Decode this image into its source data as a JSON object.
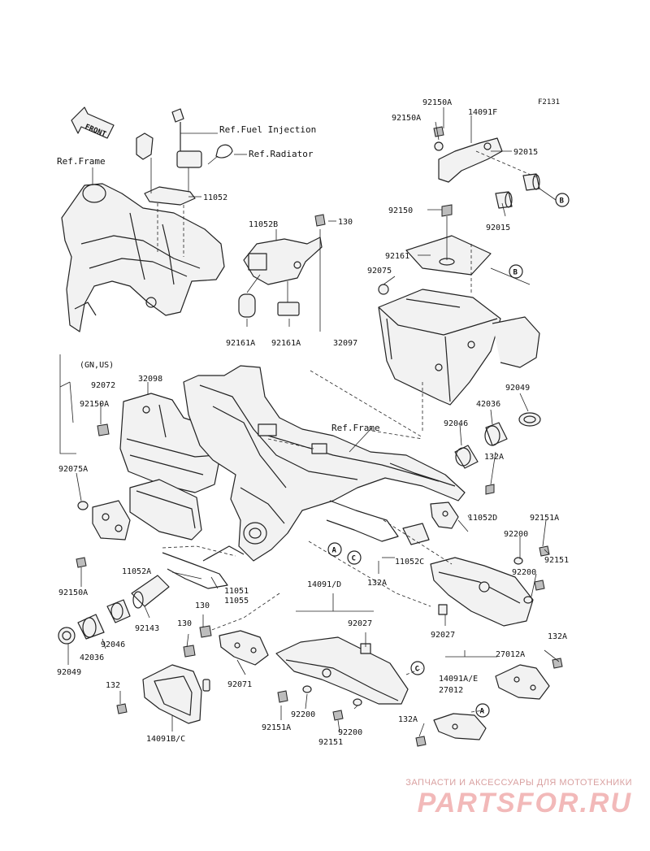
{
  "figure_code": "F2131",
  "front_label": "FRONT",
  "refs": {
    "fuel_injection": "Ref.Fuel Injection",
    "radiator": "Ref.Radiator",
    "frame_top": "Ref.Frame",
    "frame_mid": "Ref.Frame"
  },
  "variant_note": "(GN,US)",
  "callouts": {
    "A": "A",
    "B": "B",
    "C": "C"
  },
  "part_labels": {
    "p92150A_top": "92150A",
    "p14091F": "14091F",
    "p92150A_left": "92150A",
    "p92015_a": "92015",
    "p92015_b": "92015",
    "p92150": "92150",
    "p92161": "92161",
    "p92075": "92075",
    "p11052": "11052",
    "p11052B": "11052B",
    "p130_top": "130",
    "p92161A_a": "92161A",
    "p92161A_b": "92161A",
    "p32097": "32097",
    "p92072": "92072",
    "p32098": "32098",
    "p92150A_mid": "92150A",
    "p92049_r": "92049",
    "p42036_r": "42036",
    "p92046_r": "92046",
    "p132A_r": "132A",
    "p92075A": "92075A",
    "p11052D": "11052D",
    "p92151A_r": "92151A",
    "p92200_r1": "92200",
    "p92151_r": "92151",
    "p92200_r2": "92200",
    "p11052C": "11052C",
    "p132A_mid": "132A",
    "p92150A_low": "92150A",
    "p11052A": "11052A",
    "p11051": "11051",
    "p11055": "11055",
    "p14091D": "14091/D",
    "p92027_a": "92027",
    "p92027_b": "92027",
    "p14091AE": "14091A/E",
    "p27012": "27012",
    "p27012A": "27012A",
    "p132A_low": "132A",
    "p92143": "92143",
    "p130_a": "130",
    "p130_b": "130",
    "p92046_l": "92046",
    "p42036_l": "42036",
    "p92049_l": "92049",
    "p92071": "92071",
    "p132": "132",
    "p14091BC": "14091B/C",
    "p92151A_b": "92151A",
    "p92200_b1": "92200",
    "p92200_b2": "92200",
    "p92151_b": "92151",
    "p132A_bottom": "132A"
  },
  "watermark": {
    "subtitle": "ЗАПЧАСТИ И АКСЕССУАРЫ ДЛЯ МОТОТЕХНИКИ",
    "brand": "PARTSFOR.RU"
  },
  "colors": {
    "line": "#222222",
    "watermark_sub": "#d9a0a0",
    "watermark_brand": "#f2b9b9"
  }
}
